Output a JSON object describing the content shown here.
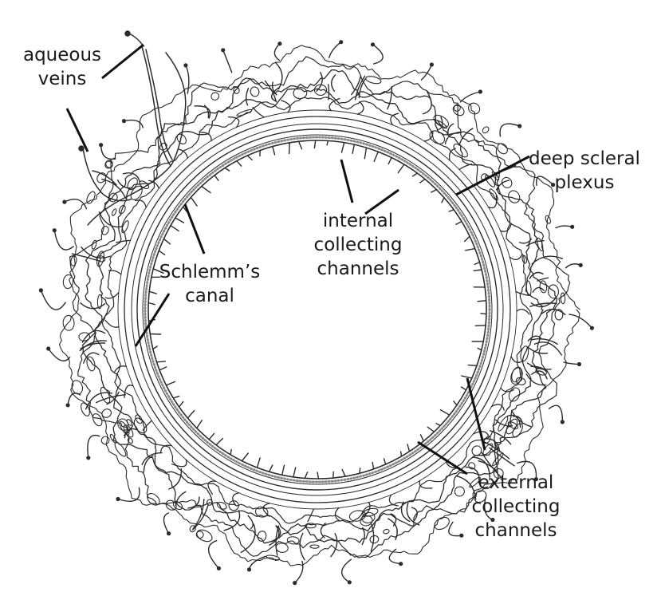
{
  "labels": {
    "aqueous_veins": [
      "aqueous",
      "veins"
    ],
    "deep_scleral_plexus": [
      "deep scleral",
      "plexus"
    ],
    "internal_collecting_channels": [
      "internal",
      "collecting",
      "channels"
    ],
    "schlemms_canal": [
      "Schlemm’s",
      "canal"
    ],
    "external_collecting_channels": [
      "external",
      "collecting",
      "channels"
    ]
  },
  "colors": {
    "line": "#2b2b2b",
    "text": "#1a1a1a",
    "background": "#ffffff"
  }
}
